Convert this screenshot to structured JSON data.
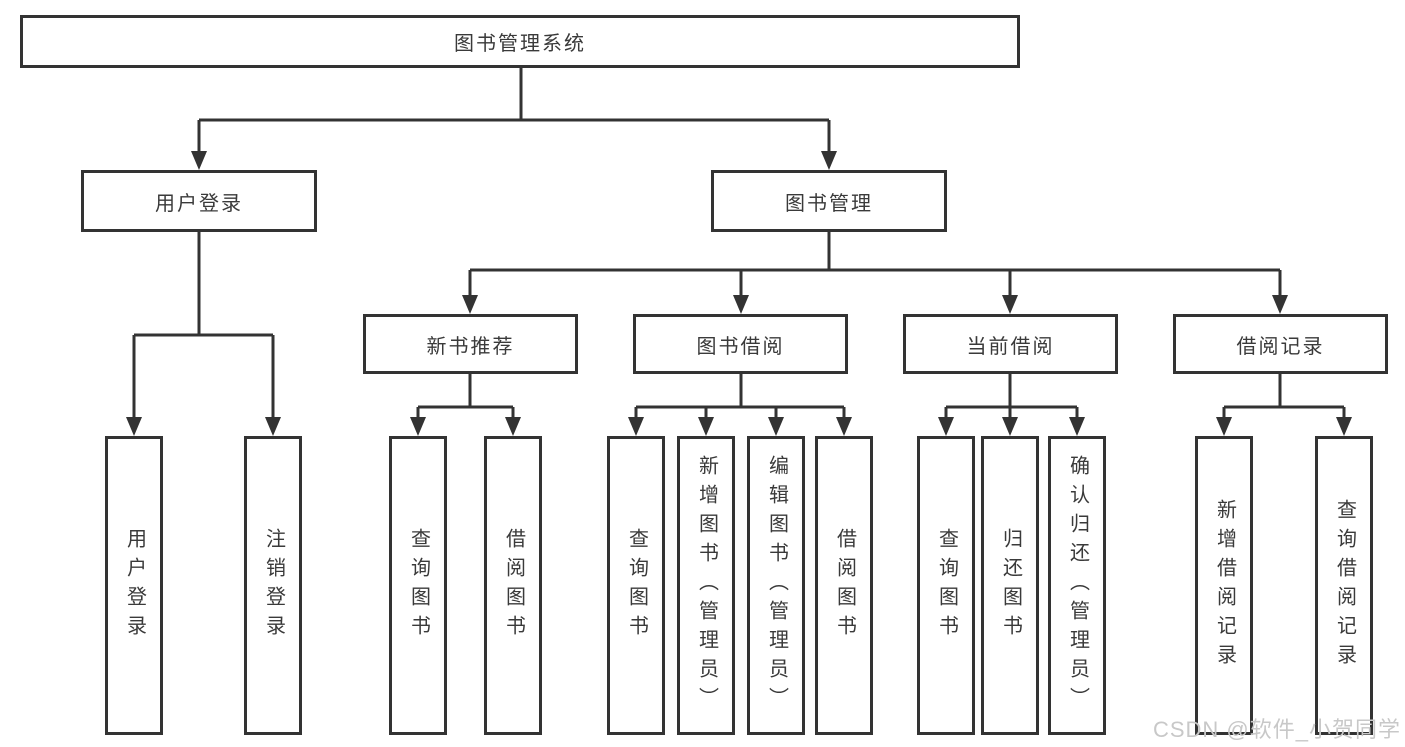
{
  "diagram": {
    "root": {
      "label": "图书管理系统"
    },
    "branches": {
      "user_login": {
        "label": "用户登录",
        "children": [
          {
            "label": "用户登录"
          },
          {
            "label": "注销登录"
          }
        ]
      },
      "book_mgmt": {
        "label": "图书管理",
        "groups": [
          {
            "label": "新书推荐",
            "children": [
              {
                "label": "查询图书"
              },
              {
                "label": "借阅图书"
              }
            ]
          },
          {
            "label": "图书借阅",
            "children": [
              {
                "label": "查询图书"
              },
              {
                "label": "新增图书（管理员）"
              },
              {
                "label": "编辑图书（管理员）"
              },
              {
                "label": "借阅图书"
              }
            ]
          },
          {
            "label": "当前借阅",
            "children": [
              {
                "label": "查询图书"
              },
              {
                "label": "归还图书"
              },
              {
                "label": "确认归还（管理员）"
              }
            ]
          },
          {
            "label": "借阅记录",
            "children": [
              {
                "label": "新增借阅记录"
              },
              {
                "label": "查询借阅记录"
              }
            ]
          }
        ]
      }
    },
    "watermark": "CSDN @软件_小贺同学",
    "colors": {
      "line": "#333333",
      "text": "#3a3a3a",
      "watermark": "#c8c8c8",
      "background": "#ffffff"
    }
  }
}
